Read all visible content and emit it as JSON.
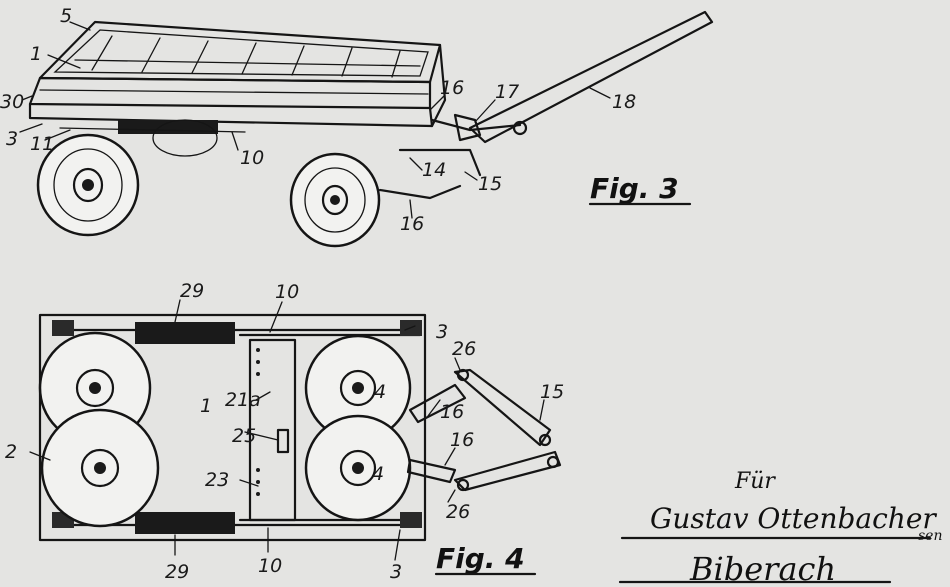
{
  "fig3": {
    "caption": "Fig. 3",
    "labels": {
      "l5": "5",
      "l1": "1",
      "l30": "30",
      "l3": "3",
      "l11": "11",
      "l10": "10",
      "l16a": "16",
      "l17": "17",
      "l18": "18",
      "l14": "14",
      "l15": "15",
      "l16b": "16"
    }
  },
  "fig4": {
    "caption": "Fig. 4",
    "labels": {
      "l29a": "29",
      "l10a": "10",
      "l3a": "3",
      "l26a": "26",
      "l1": "1",
      "l21a": "21a",
      "l4a": "4",
      "l16a": "16",
      "l15": "15",
      "l2": "2",
      "l25": "25",
      "l23": "23",
      "l4b": "4",
      "l16b": "16",
      "l26b": "26",
      "l29b": "29",
      "l10b": "10",
      "l3b": "3"
    }
  },
  "signature": {
    "prefix": "Für",
    "name": "Gustav Ottenbacher",
    "suffix": "sen",
    "city": "Biberach"
  }
}
